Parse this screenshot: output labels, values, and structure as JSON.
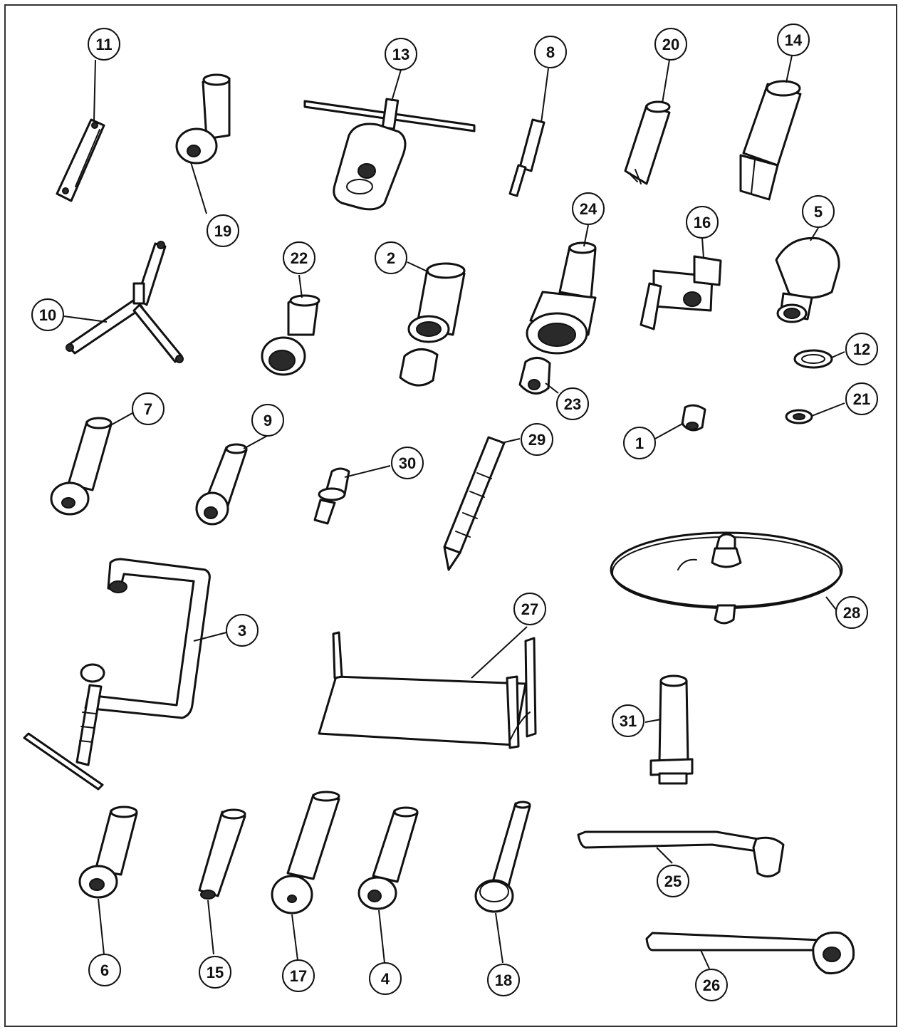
{
  "labels": [
    "11",
    "13",
    "8",
    "20",
    "14",
    "19",
    "24",
    "16",
    "5",
    "22",
    "2",
    "10",
    "12",
    "23",
    "21",
    "7",
    "9",
    "30",
    "29",
    "1",
    "28",
    "3",
    "27",
    "31",
    "25",
    "6",
    "15",
    "17",
    "4",
    "18",
    "26"
  ],
  "colors": {
    "ink": "#111111",
    "background": "#ffffff",
    "frame": "#333333"
  },
  "icons": [
    "tool-11",
    "tool-13",
    "tool-8",
    "tool-20",
    "tool-14",
    "tool-19",
    "tool-24",
    "tool-16",
    "tool-5",
    "tool-22",
    "tool-2",
    "tool-10",
    "tool-12",
    "tool-23",
    "tool-21",
    "tool-7",
    "tool-9",
    "tool-30",
    "tool-29",
    "tool-1",
    "tool-28",
    "tool-3",
    "tool-27",
    "tool-31",
    "tool-25",
    "tool-6",
    "tool-15",
    "tool-17",
    "tool-4",
    "tool-18",
    "tool-26"
  ]
}
